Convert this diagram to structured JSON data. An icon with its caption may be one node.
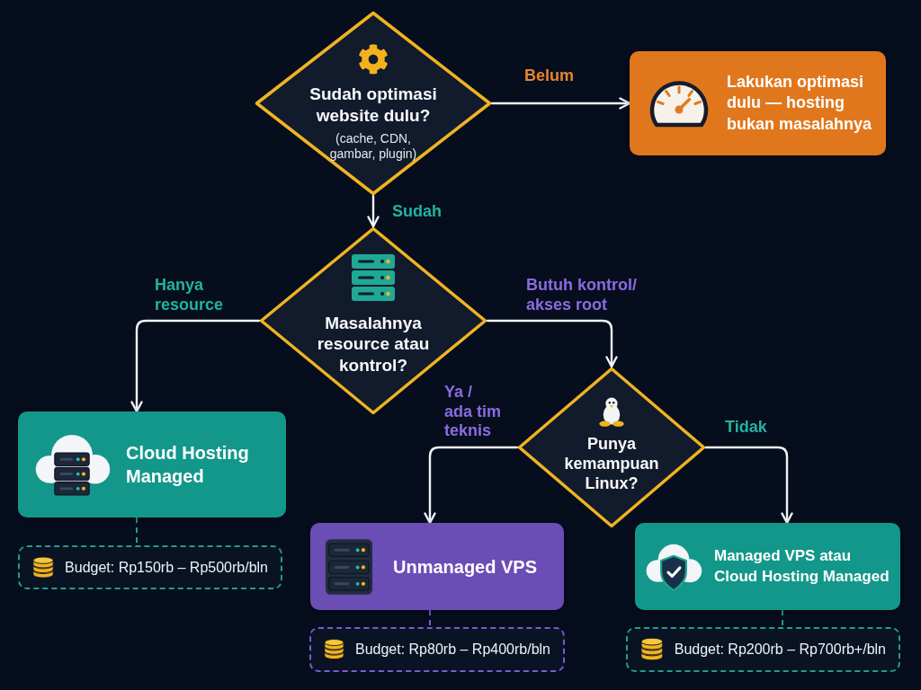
{
  "diagram": {
    "nodes": [
      {
        "text": [
          "Sudah optimasi website dulu?",
          "(cache, CDN, gambar, plugin)"
        ]
      },
      {
        "text": [
          "Lakukan optimasi dulu — hosting bukan masalahnya"
        ]
      },
      {
        "text": [
          "Masalahnya resource atau kontrol?"
        ]
      },
      {
        "text": [
          "Punya kemampuan Linux?"
        ]
      },
      {
        "text": [
          "Cloud Hosting Managed"
        ]
      },
      {
        "text": [
          "Budget: Rp150rb – Rp500rb/bln"
        ]
      },
      {
        "text": [
          "Unmanaged VPS"
        ]
      },
      {
        "text": [
          "Budget: Rp80rb – Rp400rb/bln"
        ]
      },
      {
        "text": [
          "Managed VPS atau Cloud Hosting Managed"
        ]
      },
      {
        "text": [
          "Budget: Rp200rb – Rp700rb+/bln"
        ]
      }
    ],
    "edges": [
      {
        "from": 0,
        "to": 1,
        "arrow": "to",
        "label": "Belum"
      },
      {
        "from": 0,
        "to": 2,
        "arrow": "to",
        "label": "Sudah"
      },
      {
        "from": 2,
        "to": 4,
        "arrow": "to",
        "label": "Hanya resource"
      },
      {
        "from": 2,
        "to": 3,
        "arrow": "to",
        "label": "Butuh kontrol/ akses root"
      },
      {
        "from": 3,
        "to": 6,
        "arrow": "to",
        "label": "Ya / ada tim teknis"
      },
      {
        "from": 3,
        "to": 8,
        "arrow": "to",
        "label": "Tidak"
      },
      {
        "from": 4,
        "to": 5,
        "arrow": "none",
        "style": "dashed",
        "color": "#1f9e8c"
      },
      {
        "from": 6,
        "to": 7,
        "arrow": "none",
        "style": "dashed",
        "color": "#7b5bd0"
      },
      {
        "from": 8,
        "to": 9,
        "arrow": "none",
        "style": "dashed",
        "color": "#1f9e8c"
      }
    ]
  }
}
